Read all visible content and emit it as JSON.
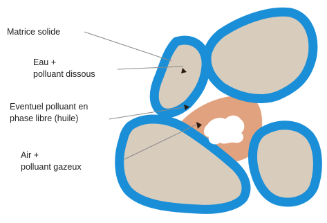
{
  "labels": {
    "solid_matrix": "Matrice solide",
    "water_line1": "Eau +",
    "water_line2": "polluant dissous",
    "free_phase_line1": "Eventuel polluant en",
    "free_phase_line2": "phase libre (huile)",
    "air_line1": "Air +",
    "air_line2": "polluant gazeux"
  },
  "colors": {
    "water": "#1a8fd8",
    "grain": "#d8ccbd",
    "oil": "#e1a27f",
    "air": "#ffffff",
    "leader_line": "#8a8a8a",
    "marker": "#2a1a10"
  }
}
